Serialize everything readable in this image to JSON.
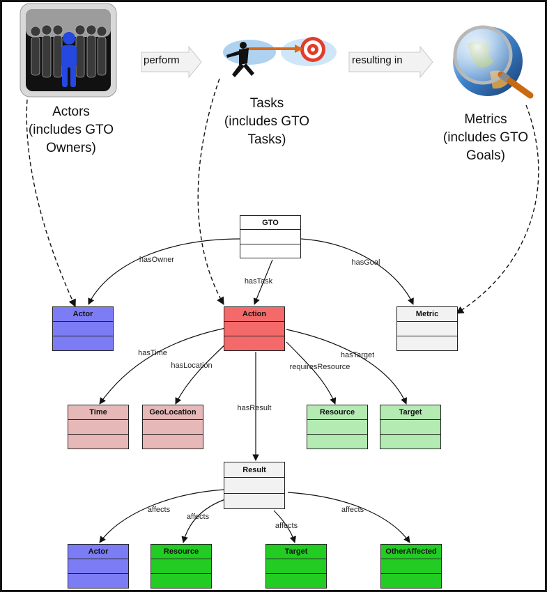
{
  "top": {
    "actors": {
      "line1": "Actors",
      "line2": "(includes GTO",
      "line3": "Owners)"
    },
    "tasks": {
      "line1": "Tasks",
      "line2": "(includes GTO",
      "line3": "Tasks)"
    },
    "metrics": {
      "line1": "Metrics",
      "line2": "(includes GTO",
      "line3": "Goals)"
    },
    "perform_label": "perform",
    "resulting_label": "resulting in"
  },
  "classes": {
    "gto": "GTO",
    "actor": "Actor",
    "action": "Action",
    "metric": "Metric",
    "time": "Time",
    "geolocation": "GeoLocation",
    "resource": "Resource",
    "target": "Target",
    "result": "Result",
    "actor_affected": "Actor",
    "resource_affected": "Resource",
    "target_affected": "Target",
    "other_affected": "OtherAffected"
  },
  "relations": {
    "has_owner": "hasOwner",
    "has_task": "hasTask",
    "has_goal": "hasGoal",
    "has_time": "hasTime",
    "has_location": "hasLocation",
    "has_result": "hasResult",
    "requires_resource": "requiresResource",
    "has_target": "hasTarget",
    "affects_1": "affects",
    "affects_2": "affects",
    "affects_3": "affects",
    "affects_4": "affects"
  },
  "colors": {
    "blue": "#7c7cf5",
    "red": "#f46a6a",
    "pink": "#e6b8b8",
    "light_green": "#b3ebb3",
    "green": "#22cc22",
    "white": "#f2f2f2"
  },
  "icons": {
    "actors": "crowd-person-icon",
    "tasks": "runner-target-icon",
    "metrics": "globe-magnifier-icon"
  }
}
